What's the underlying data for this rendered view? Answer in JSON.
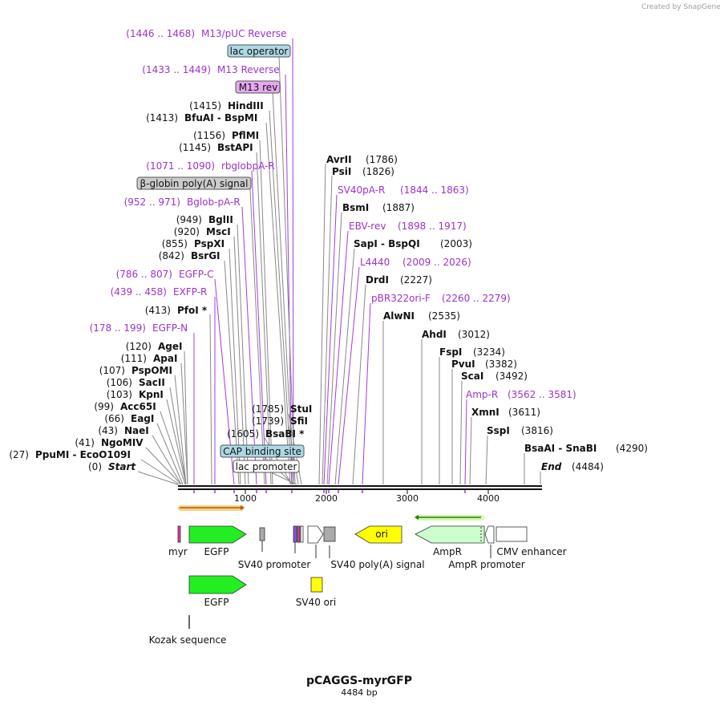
{
  "watermark": "Created by SnapGene",
  "plasmid": {
    "name": "pCAGGS-myrGFP",
    "length": "4484 bp"
  },
  "ruler": {
    "ticks": [
      "1000",
      "2000",
      "3000",
      "4000"
    ]
  },
  "colors": {
    "primer": "#9b33cc",
    "gfp": "#22ee22",
    "ampr": "#ccffcc",
    "ori": "#ffff00",
    "lac_box": "#add8e6",
    "m13rev_box": "#e6a8f0",
    "polya_box": "#cccccc"
  },
  "left_labels": [
    {
      "pos": "(1446 .. 1468)",
      "name": "M13/pUC Reverse",
      "kind": "primer"
    },
    {
      "pos": "",
      "name": "lac operator",
      "kind": "box-lac"
    },
    {
      "pos": "(1433 .. 1449)",
      "name": "M13 Reverse",
      "kind": "primer"
    },
    {
      "pos": "",
      "name": "M13 rev",
      "kind": "box-m13"
    },
    {
      "pos": "(1415)",
      "name": "HindIII",
      "kind": "enzyme"
    },
    {
      "pos": "(1413)",
      "name": "BfuAI - BspMI",
      "kind": "enzyme"
    },
    {
      "pos": "(1156)",
      "name": "PflMI",
      "kind": "enzyme"
    },
    {
      "pos": "(1145)",
      "name": "BstAPI",
      "kind": "enzyme"
    },
    {
      "pos": "(1071 .. 1090)",
      "name": "rbglobpA-R",
      "kind": "primer"
    },
    {
      "pos": "",
      "name": "β-globin poly(A) signal",
      "kind": "box-polya"
    },
    {
      "pos": "(952 .. 971)",
      "name": "Bglob-pA-R",
      "kind": "primer"
    },
    {
      "pos": "(949)",
      "name": "BglII",
      "kind": "enzyme"
    },
    {
      "pos": "(920)",
      "name": "MscI",
      "kind": "enzyme"
    },
    {
      "pos": "(855)",
      "name": "PspXI",
      "kind": "enzyme"
    },
    {
      "pos": "(842)",
      "name": "BsrGI",
      "kind": "enzyme"
    },
    {
      "pos": "(786 .. 807)",
      "name": "EGFP-C",
      "kind": "primer"
    },
    {
      "pos": "(439 .. 458)",
      "name": "EXFP-R",
      "kind": "primer"
    },
    {
      "pos": "(413)",
      "name": "PfoI *",
      "kind": "enzyme"
    },
    {
      "pos": "(178 .. 199)",
      "name": "EGFP-N",
      "kind": "primer"
    },
    {
      "pos": "(120)",
      "name": "AgeI",
      "kind": "enzyme"
    },
    {
      "pos": "(111)",
      "name": "ApaI",
      "kind": "enzyme"
    },
    {
      "pos": "(107)",
      "name": "PspOMI",
      "kind": "enzyme"
    },
    {
      "pos": "(106)",
      "name": "SacII",
      "kind": "enzyme"
    },
    {
      "pos": "(103)",
      "name": "KpnI",
      "kind": "enzyme"
    },
    {
      "pos": "(99)",
      "name": "Acc65I",
      "kind": "enzyme"
    },
    {
      "pos": "(66)",
      "name": "EagI",
      "kind": "enzyme"
    },
    {
      "pos": "(43)",
      "name": "NaeI",
      "kind": "enzyme"
    },
    {
      "pos": "(41)",
      "name": "NgoMIV",
      "kind": "enzyme"
    },
    {
      "pos": "(27)",
      "name": "PpuMI - EcoO109I",
      "kind": "enzyme"
    },
    {
      "pos": "(0)",
      "name": "Start",
      "kind": "start"
    }
  ],
  "middle_labels": [
    {
      "pos": "(1785)",
      "name": "StuI"
    },
    {
      "pos": "(1739)",
      "name": "SfiI"
    },
    {
      "pos": "(1605)",
      "name": "BsaBI *"
    },
    {
      "pos": "",
      "name": "CAP binding site",
      "kind": "box-lac"
    },
    {
      "pos": "",
      "name": "lac promoter",
      "kind": "box-white"
    }
  ],
  "right_labels": [
    {
      "name": "AvrII",
      "pos": "(1786)",
      "kind": "enzyme"
    },
    {
      "name": "PsiI",
      "pos": "(1826)",
      "kind": "enzyme"
    },
    {
      "name": "SV40pA-R",
      "pos": "(1844 .. 1863)",
      "kind": "primer"
    },
    {
      "name": "BsmI",
      "pos": "(1887)",
      "kind": "enzyme"
    },
    {
      "name": "EBV-rev",
      "pos": "(1898 .. 1917)",
      "kind": "primer"
    },
    {
      "name": "SapI - BspQI",
      "pos": "(2003)",
      "kind": "enzyme"
    },
    {
      "name": "L4440",
      "pos": "(2009 .. 2026)",
      "kind": "primer"
    },
    {
      "name": "DrdI",
      "pos": "(2227)",
      "kind": "enzyme"
    },
    {
      "name": "pBR322ori-F",
      "pos": "(2260 .. 2279)",
      "kind": "primer"
    },
    {
      "name": "AlwNI",
      "pos": "(2535)",
      "kind": "enzyme"
    },
    {
      "name": "AhdI",
      "pos": "(3012)",
      "kind": "enzyme"
    },
    {
      "name": "FspI",
      "pos": "(3234)",
      "kind": "enzyme"
    },
    {
      "name": "PvuI",
      "pos": "(3382)",
      "kind": "enzyme"
    },
    {
      "name": "ScaI",
      "pos": "(3492)",
      "kind": "enzyme"
    },
    {
      "name": "Amp-R",
      "pos": "(3562 .. 3581)",
      "kind": "primer"
    },
    {
      "name": "XmnI",
      "pos": "(3611)",
      "kind": "enzyme"
    },
    {
      "name": "SspI",
      "pos": "(3816)",
      "kind": "enzyme"
    },
    {
      "name": "BsaAI - SnaBI",
      "pos": "(4290)",
      "kind": "enzyme"
    },
    {
      "name": "End",
      "pos": "(4484)",
      "kind": "end"
    }
  ],
  "features": {
    "myr": "myr",
    "egfp": "EGFP",
    "sv40_promoter": "SV40 promoter",
    "sv40_polya": "SV40 poly(A) signal",
    "ori": "ori",
    "ampr": "AmpR",
    "ampr_promoter": "AmpR promoter",
    "cmv_enhancer": "CMV enhancer",
    "egfp2": "EGFP",
    "sv40_ori": "SV40 ori",
    "kozak": "Kozak sequence"
  }
}
